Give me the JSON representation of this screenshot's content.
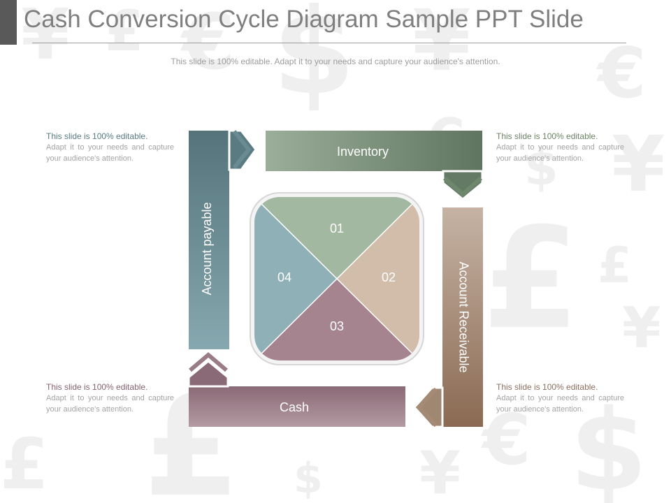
{
  "slide": {
    "title": "Cash Conversion Cycle Diagram Sample PPT Slide",
    "subtitle": "This slide is 100% editable. Adapt it to your needs and capture your audience's attention."
  },
  "notes": [
    {
      "id": "top-left",
      "heading": "This slide is 100% editable.",
      "body": "Adapt it to your needs and capture your audience's attention.",
      "color": "#587b82"
    },
    {
      "id": "top-right",
      "heading": "This slide is 100% editable.",
      "body": "Adapt it to your needs and capture your audience's attention.",
      "color": "#6c8464"
    },
    {
      "id": "bottom-left",
      "heading": "This slide is 100% editable.",
      "body": "Adapt it to your needs and capture your audience's attention.",
      "color": "#84626e"
    },
    {
      "id": "bottom-right",
      "heading": "This slide is 100% editable.",
      "body": "Adapt it to your needs and capture your audience's attention.",
      "color": "#8a7060"
    }
  ],
  "cycle": {
    "inventory": "Inventory",
    "receivable": "Account Receivable",
    "cash": "Cash",
    "payable": "Account payable"
  },
  "quadrants": {
    "q1": "01",
    "q2": "02",
    "q3": "03",
    "q4": "04"
  },
  "colors": {
    "teal": "#6e939a",
    "green": "#79927a",
    "brown": "#a48a77",
    "mauve": "#94717e",
    "q1": "#a3b8a0",
    "q2": "#d2bcaa",
    "q3": "#a6848f",
    "q4": "#8fb0b7"
  },
  "background_icons": [
    "yen-sign",
    "euro-sign",
    "dollar-sign",
    "pound-sign"
  ]
}
